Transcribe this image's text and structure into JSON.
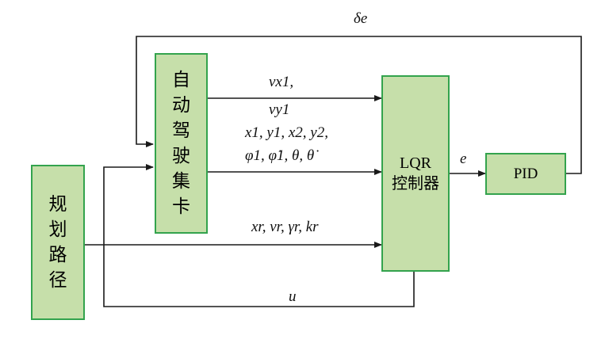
{
  "blocks": {
    "autopilot": "自动驾驶集卡",
    "path_planning": "规划路径",
    "lqr_line1": "LQR",
    "lqr_line2": "控制器",
    "pid": "PID"
  },
  "signals": {
    "feedback": "δe",
    "velocity_line1": "vx1,",
    "velocity_line2": "vy1",
    "state_line1": "x1, y1, x2, y2,",
    "state_line2": "φ1, φ̇1, θ, θ̇",
    "reference": "xr, vr, γr, kr",
    "error": "e",
    "control": "u"
  },
  "colors": {
    "block_fill": "#c6dfaa",
    "block_border": "#33a34d",
    "line": "#1a1a1a"
  }
}
